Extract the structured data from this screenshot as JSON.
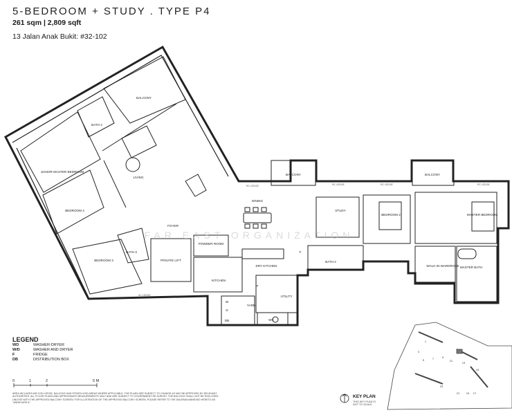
{
  "header": {
    "title": "5-BEDROOM + STUDY . TYPE P4",
    "area": "261 sqm | 2,809 sqft",
    "unit": "13 Jalan Anak Bukit: #32-102"
  },
  "rooms": {
    "balcony_top": "BALCONY",
    "bath4": "BATH 4",
    "junior_master": "JUNIOR MASTER BEDROOM",
    "living": "LIVING",
    "bedroom4": "BEDROOM 4",
    "foyer": "FOYER",
    "dining": "DINING",
    "bath3": "BATH 3",
    "bedroom3": "BEDROOM 3",
    "private_lift": "PRIVATE LIFT",
    "powder_room": "POWDER ROOM",
    "kitchen": "KITCHEN",
    "dry_kitchen": "DRY KITCHEN",
    "utility": "UTILITY",
    "yard": "YARD",
    "wc": "WC",
    "balcony_mid": "BALCONY",
    "study": "STUDY",
    "bedroom2": "BEDROOM 2",
    "bath2": "BATH 2",
    "balcony_right": "BALCONY",
    "master_bedroom": "MASTER BEDROOM",
    "walk_in": "WALK-IN WARDROBE",
    "master_bath": "MASTER BATH",
    "w": "W",
    "d": "D",
    "db": "DB",
    "f1": "F",
    "f2": "F",
    "ac_ledge": "AC LEDGE",
    "rc_ledge": "RC LEDGE"
  },
  "watermark": "FAR EAST ORGANIZATION",
  "legend": {
    "title": "LEGEND",
    "items": [
      {
        "key": "WD",
        "value": "WASHER-DRYER"
      },
      {
        "key": "W/D",
        "value": "WASHER AND DRYER"
      },
      {
        "key": "F",
        "value": "FRIDGE"
      },
      {
        "key": "DB",
        "value": "DISTRIBUTION BOX"
      }
    ]
  },
  "scale": {
    "t0": "0",
    "t1": "1",
    "t2": "2",
    "t5": "5 M"
  },
  "disclaimer": "AREA INCLUDES AIR-CON LEDGE, BALCONY AND STRATA VOID AREAS WHERE APPLICABLE. THE PLANS ARE SUBJECT TO CHANGE AS MAY BE APPROVED BY RELEVANT AUTHORITIES. ALL FLOOR PLANS AND APPROXIMATE MEASUREMENTS ONLY AND ARE SUBJECT TO GOVERNMENT RE-SURVEY. THE BALCONY SHALL NOT BE ENCLOSED UNLESS WITH THE APPROVED BALCONY SCREEN. FOR ILLUSTRATION OF THE APPROVED BALCONY SCREEN, PLEASE REFER TO THE DIAGRAM ANNEXED HERETO AS \"ANNEXURE A\".",
  "key_plan": {
    "label": "KEY PLAN",
    "note": "THIS KEY PLAN IS NOT TO SCALE",
    "blocks": [
      "1",
      "3",
      "5",
      "7",
      "9",
      "11",
      "13",
      "15",
      "17",
      "19",
      "21",
      "23"
    ]
  }
}
